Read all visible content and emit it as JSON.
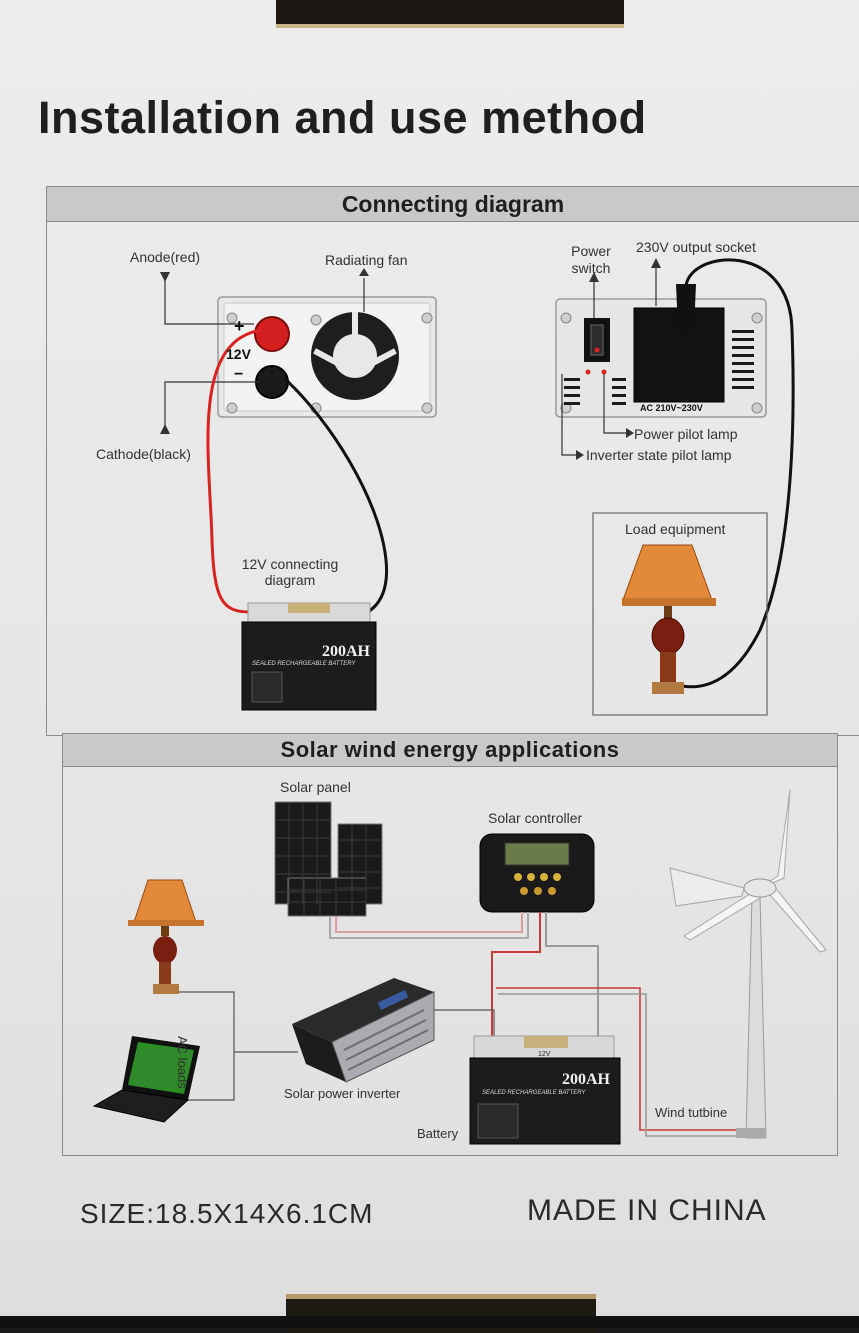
{
  "title": "Installation and use method",
  "sections": {
    "connecting": "Connecting diagram",
    "solar": "Solar wind energy applications"
  },
  "inverter_front": {
    "anode": "Anode(red)",
    "cathode": "Cathode(black)",
    "fan": "Radiating fan",
    "plus": "+",
    "minus": "−",
    "voltage": "12V",
    "connect_diagram": "12V connecting\ndiagram"
  },
  "inverter_back": {
    "power_switch": "Power\nswitch",
    "output_socket": "230V output socket",
    "socket_rating": "AC 210V~230V",
    "power_pilot": "Power pilot lamp",
    "inverter_pilot": "Inverter state pilot lamp",
    "load": "Load equipment"
  },
  "battery": {
    "capacity": "200AH",
    "subtitle": "SEALED RECHARGEABLE BATTERY",
    "voltage": "12V"
  },
  "solar_app": {
    "solar_panel": "Solar panel",
    "solar_controller": "Solar controller",
    "ac_loads": "AC loads",
    "inverter": "Solar power inverter",
    "battery": "Battery",
    "wind": "Wind tutbine"
  },
  "footer": {
    "size": "SIZE:18.5X14X6.1CM",
    "made": "MADE IN CHINA"
  }
}
